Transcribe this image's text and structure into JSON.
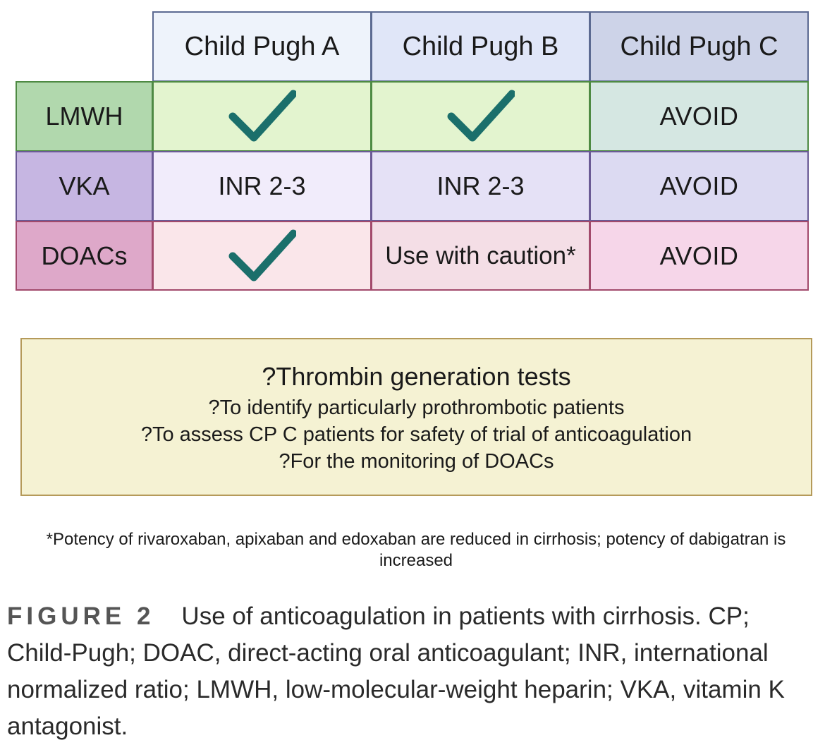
{
  "table": {
    "headers": [
      "Child Pugh A",
      "Child Pugh B",
      "Child Pugh C"
    ],
    "rows": [
      {
        "label": "LMWH",
        "cells": [
          "check",
          "check",
          "AVOID"
        ]
      },
      {
        "label": "VKA",
        "cells": [
          "INR 2-3",
          "INR 2-3",
          "AVOID"
        ]
      },
      {
        "label": "DOACs",
        "cells": [
          "check",
          "Use with caution*",
          "AVOID"
        ]
      }
    ],
    "colors": {
      "header_bg": [
        "#eef3fb",
        "#e0e6f8",
        "#cdd3e8"
      ],
      "row_label_bg": [
        "#b1d8ad",
        "#c6b6e2",
        "#dea8c9"
      ],
      "row_bg": [
        [
          "#e3f4cf",
          "#e3f4cf",
          "#d5e7e2"
        ],
        [
          "#f1ecfb",
          "#e5e1f6",
          "#dcdaf2"
        ],
        [
          "#fae6ea",
          "#f4dee6",
          "#f6d6e9"
        ]
      ],
      "check": "#1b6f6b"
    }
  },
  "info_box": {
    "title": "?Thrombin generation tests",
    "lines": [
      "?To identify particularly prothrombotic patients",
      "?To assess CP C patients for safety of trial of anticoagulation",
      "?For the monitoring of DOACs"
    ]
  },
  "footnote": "*Potency of rivaroxaban, apixaban and edoxaban are reduced in cirrhosis; potency of dabigatran is increased",
  "caption": {
    "label": "FIGURE 2",
    "text": "Use of anticoagulation in patients with cirrhosis. CP; Child-Pugh; DOAC, direct-acting oral anticoagulant; INR, international normalized ratio; LMWH, low-molecular-weight heparin; VKA, vitamin K antagonist."
  }
}
